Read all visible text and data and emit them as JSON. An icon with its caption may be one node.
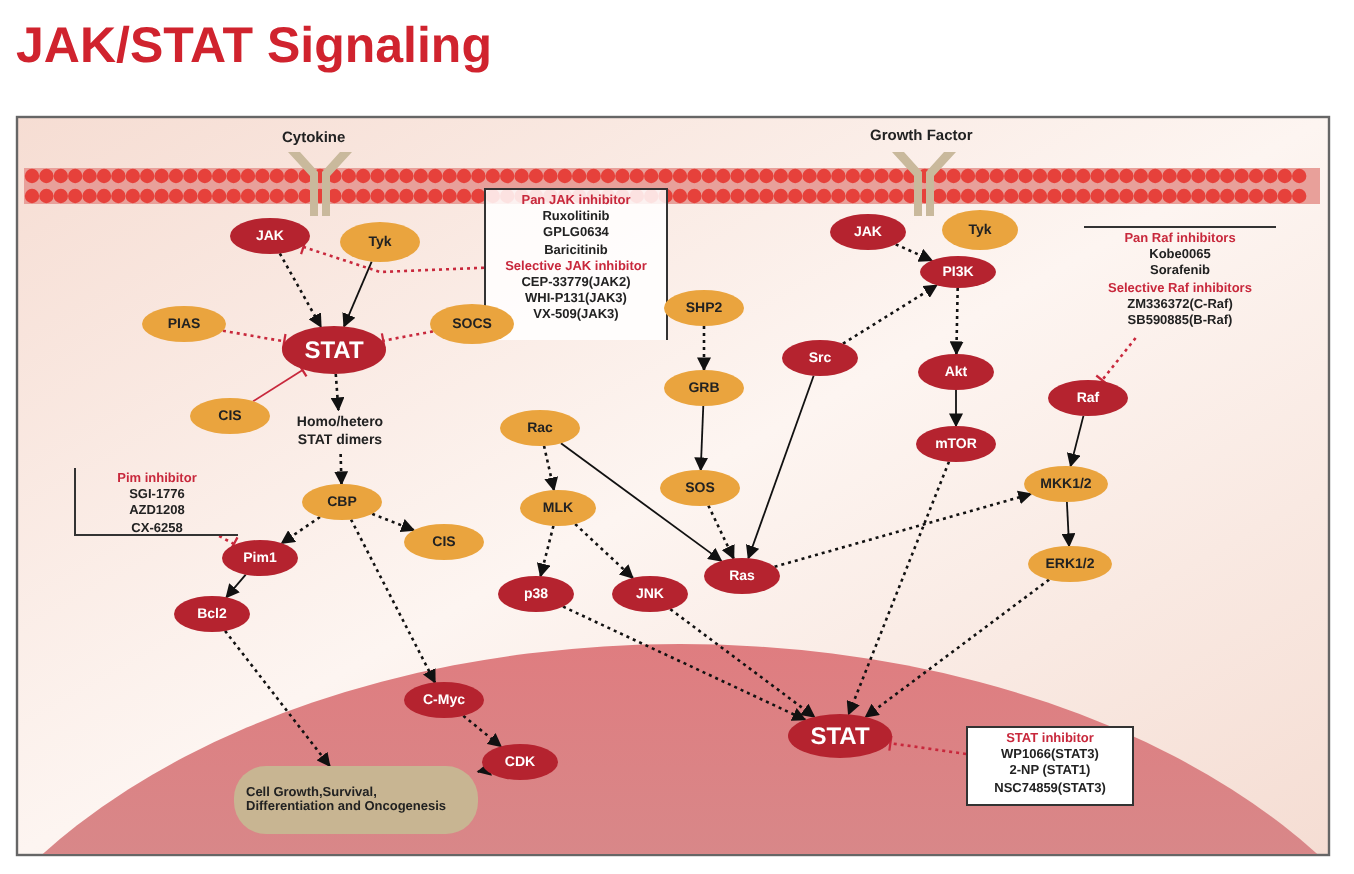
{
  "diagram": {
    "title": "JAK/STAT Signaling",
    "nodes": [
      {
        "text": [
          "JAK"
        ]
      },
      {
        "text": [
          "Tyk"
        ]
      },
      {
        "text": [
          "Pan JAK inhibitor",
          "Ruxolitinib",
          "GPLG0634",
          "Baricitinib",
          "Selective JAK inhibitor",
          "CEP-33779(JAK2)",
          "WHI-P131(JAK3)",
          "VX-509(JAK3)"
        ]
      },
      {
        "text": [
          "PIAS"
        ]
      },
      {
        "text": [
          "STAT"
        ]
      },
      {
        "text": [
          "SOCS"
        ]
      },
      {
        "text": [
          "CIS"
        ]
      },
      {
        "text": [
          "Homo/hetero STAT dimers"
        ]
      },
      {
        "text": [
          "Pim inhibitor",
          "SGI-1776",
          "AZD1208",
          "CX-6258"
        ]
      },
      {
        "text": [
          "CBP"
        ]
      },
      {
        "text": [
          "CIS"
        ]
      },
      {
        "text": [
          "Pim1"
        ]
      },
      {
        "text": [
          "Bcl2"
        ]
      },
      {
        "text": [
          "JAK"
        ]
      },
      {
        "text": [
          "Tyk"
        ]
      },
      {
        "text": [
          "PI3K"
        ]
      },
      {
        "text": [
          "Pan Raf inhibitors",
          "Kobe0065",
          "Sorafenib",
          "Selective Raf inhibitors",
          "ZM336372(C-Raf)",
          "SB590885(B-Raf)"
        ]
      },
      {
        "text": [
          "SHP2"
        ]
      },
      {
        "text": [
          "GRB"
        ]
      },
      {
        "text": [
          "SOS"
        ]
      },
      {
        "text": [
          "Src"
        ]
      },
      {
        "text": [
          "Akt"
        ]
      },
      {
        "text": [
          "mTOR"
        ]
      },
      {
        "text": [
          "Raf"
        ]
      },
      {
        "text": [
          "MKK1/2"
        ]
      },
      {
        "text": [
          "ERK1/2"
        ]
      },
      {
        "text": [
          "Rac"
        ]
      },
      {
        "text": [
          "MLK"
        ]
      },
      {
        "text": [
          "p38"
        ]
      },
      {
        "text": [
          "JNK"
        ]
      },
      {
        "text": [
          "Ras"
        ]
      },
      {
        "text": [
          "C-Myc"
        ]
      },
      {
        "text": [
          "CDK"
        ]
      },
      {
        "text": [
          "STAT"
        ]
      },
      {
        "text": [
          "STAT inhibitor",
          "WP1066(STAT3)",
          "2-NP (STAT1)",
          "NSC74859(STAT3)"
        ]
      },
      {
        "text": [
          "Cell Growth,Survival, Differentiation and Oncogenesis"
        ]
      }
    ],
    "edges": [
      {
        "from": 1,
        "to": 4,
        "arrow": "to"
      },
      {
        "from": 0,
        "to": 4,
        "arrow": "to",
        "style": "dashed"
      },
      {
        "from": 2,
        "to": 0,
        "arrow": "other",
        "style": "dashed",
        "color": "#c8283c"
      },
      {
        "from": 3,
        "to": 4,
        "arrow": "other",
        "style": "dashed",
        "color": "#c8283c"
      },
      {
        "from": 5,
        "to": 4,
        "arrow": "other",
        "style": "dashed",
        "color": "#c8283c"
      },
      {
        "from": 6,
        "to": 4,
        "arrow": "other",
        "color": "#c8283c"
      },
      {
        "from": 4,
        "to": 7,
        "arrow": "to",
        "style": "dashed"
      },
      {
        "from": 7,
        "to": 9,
        "arrow": "to",
        "style": "dashed"
      },
      {
        "from": 9,
        "to": 10,
        "arrow": "to",
        "style": "dashed"
      },
      {
        "from": 9,
        "to": 11,
        "arrow": "to",
        "style": "dashed"
      },
      {
        "from": 9,
        "to": 31,
        "arrow": "to",
        "style": "dashed"
      },
      {
        "from": 8,
        "to": 11,
        "arrow": "other",
        "style": "dashed",
        "color": "#c8283c"
      },
      {
        "from": 11,
        "to": 12,
        "arrow": "to"
      },
      {
        "from": 12,
        "to": 35,
        "arrow": "to",
        "style": "dashed"
      },
      {
        "from": 31,
        "to": 32,
        "arrow": "to",
        "style": "dashed"
      },
      {
        "from": 32,
        "to": 35,
        "arrow": "to",
        "style": "dashed"
      },
      {
        "from": 13,
        "to": 15,
        "arrow": "to",
        "style": "dashed"
      },
      {
        "from": 20,
        "to": 15,
        "arrow": "to",
        "style": "dashed"
      },
      {
        "from": 15,
        "to": 21,
        "arrow": "to",
        "style": "dashed"
      },
      {
        "from": 21,
        "to": 22,
        "arrow": "to"
      },
      {
        "from": 22,
        "to": 33,
        "arrow": "to",
        "style": "dashed"
      },
      {
        "from": 16,
        "to": 23,
        "arrow": "other",
        "style": "dashed",
        "color": "#c8283c"
      },
      {
        "from": 23,
        "to": 24,
        "arrow": "to"
      },
      {
        "from": 24,
        "to": 25,
        "arrow": "to"
      },
      {
        "from": 25,
        "to": 33,
        "arrow": "to",
        "style": "dashed"
      },
      {
        "from": 17,
        "to": 18,
        "arrow": "to",
        "style": "dashed"
      },
      {
        "from": 18,
        "to": 19,
        "arrow": "to"
      },
      {
        "from": 19,
        "to": 30,
        "arrow": "to",
        "style": "dashed"
      },
      {
        "from": 20,
        "to": 30,
        "arrow": "to"
      },
      {
        "from": 26,
        "to": 30,
        "arrow": "to"
      },
      {
        "from": 30,
        "to": 24,
        "arrow": "to",
        "style": "dashed"
      },
      {
        "from": 26,
        "to": 27,
        "arrow": "to",
        "style": "dashed"
      },
      {
        "from": 27,
        "to": 28,
        "arrow": "to",
        "style": "dashed"
      },
      {
        "from": 27,
        "to": 29,
        "arrow": "to",
        "style": "dashed"
      },
      {
        "from": 28,
        "to": 33,
        "arrow": "to",
        "style": "dashed"
      },
      {
        "from": 29,
        "to": 33,
        "arrow": "to",
        "style": "dashed"
      },
      {
        "from": 34,
        "to": 33,
        "arrow": "other",
        "style": "dashed",
        "color": "#c8283c"
      }
    ],
    "labels": [
      "Cytokine",
      "Growth Factor"
    ]
  }
}
